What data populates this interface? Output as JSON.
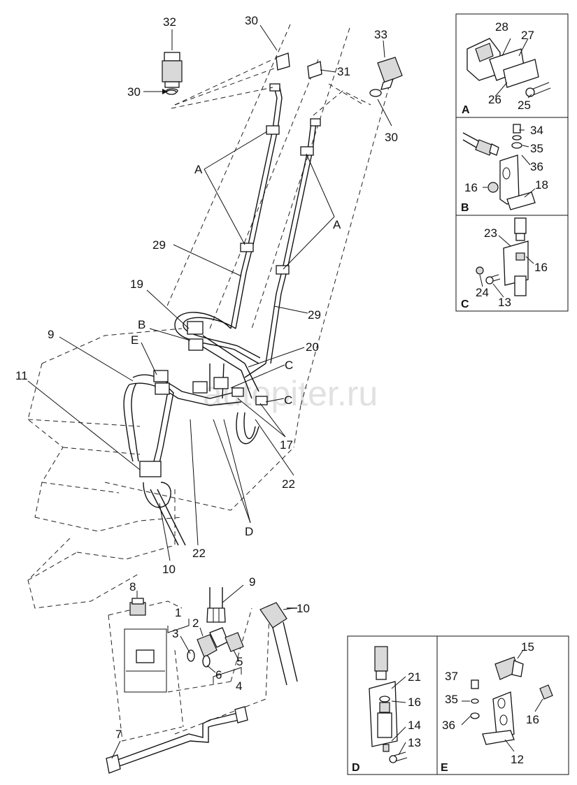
{
  "watermark": "autopiter.ru",
  "callouts": {
    "n32": "32",
    "n30a": "30",
    "n30b": "30",
    "n30c": "30",
    "n31": "31",
    "n33": "33",
    "a1": "A",
    "a2": "A",
    "n29a": "29",
    "n29b": "29",
    "n19": "19",
    "b": "B",
    "e": "E",
    "n9a": "9",
    "n11": "11",
    "n20": "20",
    "c1": "C",
    "c2": "C",
    "n17": "17",
    "n22a": "22",
    "n22b": "22",
    "d": "D",
    "n10a": "10",
    "n10b": "10",
    "n8": "8",
    "n9b": "9",
    "n1": "1",
    "n2": "2",
    "n3": "3",
    "n4": "4",
    "n5": "5",
    "n6": "6",
    "n7": "7"
  },
  "detail_a": {
    "letter": "A",
    "labels": {
      "n28": "28",
      "n27": "27",
      "n26": "26",
      "n25": "25"
    }
  },
  "detail_b": {
    "letter": "B",
    "labels": {
      "n34": "34",
      "n35": "35",
      "n36": "36",
      "n16": "16",
      "n18": "18"
    }
  },
  "detail_c": {
    "letter": "C",
    "labels": {
      "n23": "23",
      "n16": "16",
      "n24": "24",
      "n13": "13"
    }
  },
  "detail_d": {
    "letter": "D",
    "labels": {
      "n21": "21",
      "n16": "16",
      "n14": "14",
      "n13": "13"
    }
  },
  "detail_e": {
    "letter": "E",
    "labels": {
      "n15": "15",
      "n37": "37",
      "n35": "35",
      "n36": "36",
      "n16": "16",
      "n12": "12"
    }
  }
}
